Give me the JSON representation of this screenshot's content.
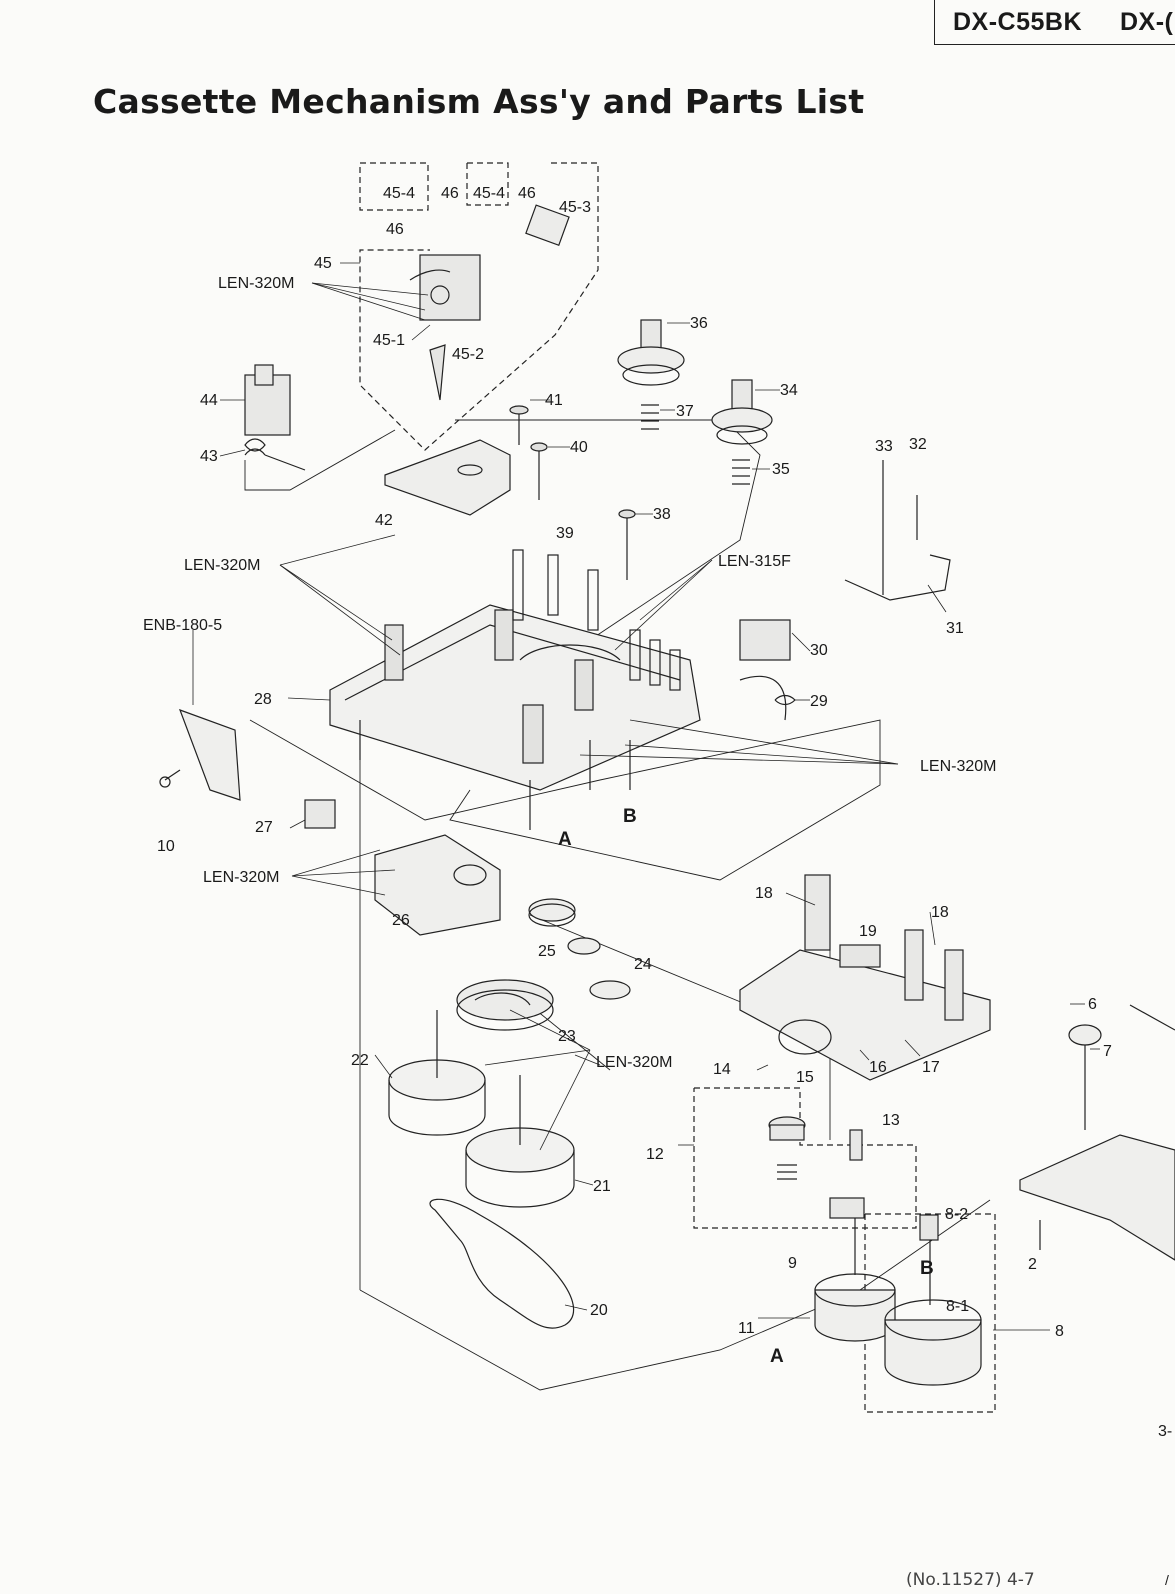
{
  "header": {
    "model_1": "DX-C55BK",
    "model_2": "DX-("
  },
  "page_title": "Cassette Mechanism Ass'y and Parts List",
  "labels": {
    "p45_4a": "45-4",
    "p46a": "46",
    "p45_4b": "45-4",
    "p46b": "46",
    "p45_3": "45-3",
    "p46c": "46",
    "p45": "45",
    "p45_1": "45-1",
    "p45_2": "45-2",
    "p44": "44",
    "p43": "43",
    "p42": "42",
    "p41": "41",
    "p40": "40",
    "p39": "39",
    "p38": "38",
    "p37": "37",
    "p36": "36",
    "p35": "35",
    "p34": "34",
    "p33": "33",
    "p32": "32",
    "p31": "31",
    "p30": "30",
    "p29": "29",
    "p28": "28",
    "p27": "27",
    "p26": "26",
    "p25": "25",
    "p24": "24",
    "p23": "23",
    "p22": "22",
    "p21": "21",
    "p20": "20",
    "p19": "19",
    "p18a": "18",
    "p18b": "18",
    "p17": "17",
    "p16": "16",
    "p15": "15",
    "p14": "14",
    "p13": "13",
    "p12": "12",
    "p11": "11",
    "p10": "10",
    "p9": "9",
    "p8": "8",
    "p8_1": "8-1",
    "p8_2": "8-2",
    "p7": "7",
    "p6": "6",
    "p2": "2",
    "mA1": "A",
    "mB1": "B",
    "mA2": "A",
    "mB2": "B"
  },
  "lubricants": {
    "len320m_a": "LEN-320M",
    "len320m_b": "LEN-320M",
    "len320m_c": "LEN-320M",
    "len320m_d": "LEN-320M",
    "len320m_e": "LEN-320M",
    "len315f": "LEN-315F",
    "enb180": "ENB-180-5"
  },
  "page_ref": "3-",
  "footer": "(No.11527) 4-7",
  "corner_mark": "/"
}
